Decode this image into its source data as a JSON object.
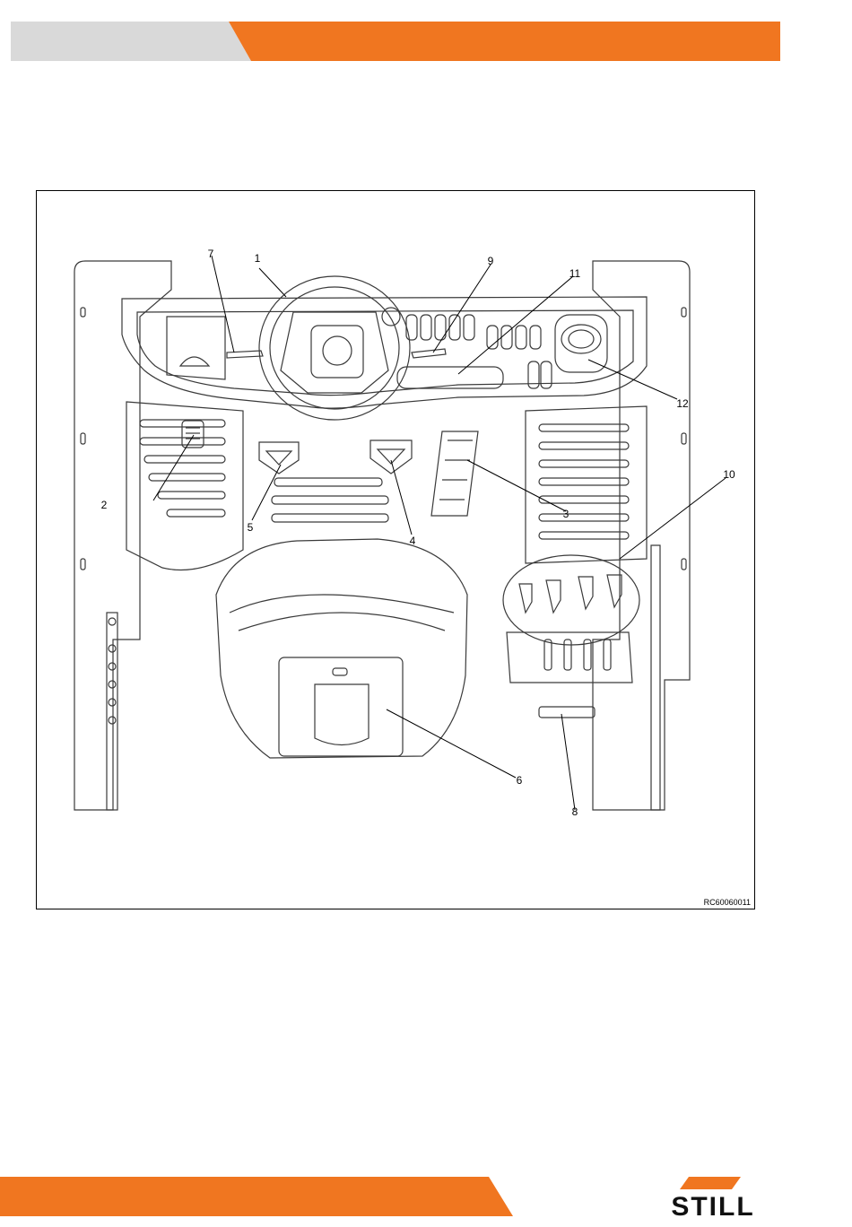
{
  "colors": {
    "accent_orange": "#f07620",
    "header_grey": "#d9d9d9",
    "line": "#3a3a3a"
  },
  "figure": {
    "image_code": "RC60060011",
    "callouts": [
      {
        "id": "1",
        "label": "1"
      },
      {
        "id": "2",
        "label": "2"
      },
      {
        "id": "3",
        "label": "3"
      },
      {
        "id": "4",
        "label": "4"
      },
      {
        "id": "5",
        "label": "5"
      },
      {
        "id": "6",
        "label": "6"
      },
      {
        "id": "7",
        "label": "7"
      },
      {
        "id": "8",
        "label": "8"
      },
      {
        "id": "9",
        "label": "9"
      },
      {
        "id": "10",
        "label": "10"
      },
      {
        "id": "11",
        "label": "11"
      },
      {
        "id": "12",
        "label": "12"
      }
    ]
  },
  "footer": {
    "brand_logo": "STILL"
  }
}
